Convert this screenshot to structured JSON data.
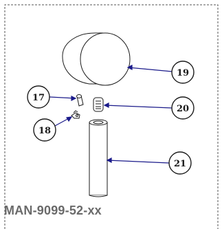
{
  "diagram": {
    "part_number": "MAN-9099-52-xx",
    "callouts": [
      {
        "label": "19",
        "part": "cap"
      },
      {
        "label": "17",
        "part": "small-cylinder"
      },
      {
        "label": "20",
        "part": "o-ring"
      },
      {
        "label": "18",
        "part": "clip"
      },
      {
        "label": "21",
        "part": "rod"
      }
    ],
    "colors": {
      "line": "#1a1a1a",
      "leader": "#1a1a8a",
      "border": "#555555",
      "part_number": "#6a6a6a"
    }
  }
}
